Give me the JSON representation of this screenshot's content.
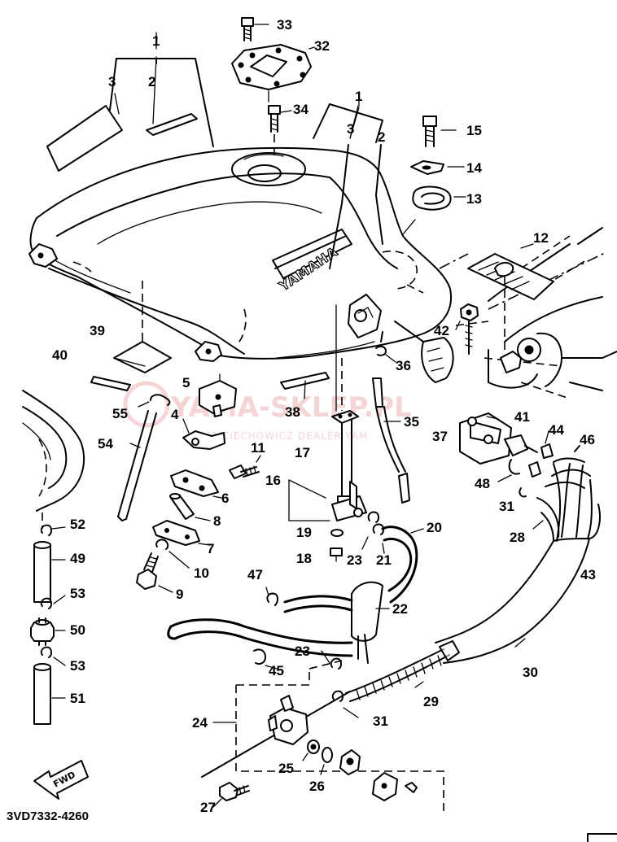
{
  "diagram": {
    "part_code": "3VD7332-4260",
    "tank_brand": "YAMAHA",
    "fwd_label": "FWD",
    "watermark": {
      "brand": "YAMA-SKLEP.PL",
      "dealer": "WOJCIECHOWICZ DEALER YAM"
    }
  },
  "callouts": {
    "c33": "33",
    "c32": "32",
    "c34": "34",
    "c1a": "1",
    "c2a": "2",
    "c3a": "3",
    "c1b": "1",
    "c3b": "3",
    "c2b": "2",
    "c15": "15",
    "c14": "14",
    "c13": "13",
    "c12": "12",
    "c42": "42",
    "c39": "39",
    "c40": "40",
    "c36": "36",
    "c37": "37",
    "c5": "5",
    "c55": "55",
    "c38": "38",
    "c4": "4",
    "c35": "35",
    "c41": "41",
    "c44": "44",
    "c46": "46",
    "c54": "54",
    "c17": "17",
    "c11": "11",
    "c16": "16",
    "c6": "6",
    "c48": "48",
    "c31a": "31",
    "c8": "8",
    "c52": "52",
    "c20": "20",
    "c19": "19",
    "c28": "28",
    "c7": "7",
    "c43": "43",
    "c49": "49",
    "c18": "18",
    "c23a": "23",
    "c21": "21",
    "c10": "10",
    "c47": "47",
    "c9": "9",
    "c53a": "53",
    "c22": "22",
    "c50": "50",
    "c53b": "53",
    "c23b": "23",
    "c30": "30",
    "c45": "45",
    "c29": "29",
    "c51": "51",
    "c24": "24",
    "c31b": "31",
    "c25": "25",
    "c26": "26",
    "c27": "27"
  }
}
